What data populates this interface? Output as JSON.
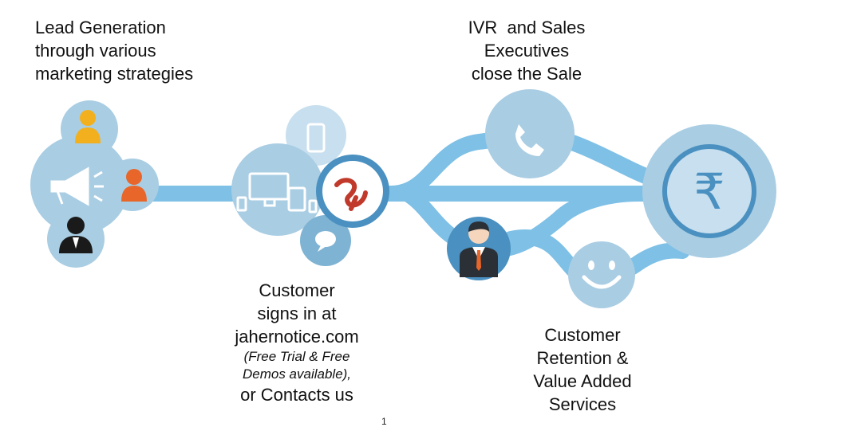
{
  "labels": {
    "lead_generation": [
      "Lead Generation",
      "through various",
      "marketing strategies"
    ],
    "ivr_sales": [
      "IVR  and Sales",
      "Executives",
      "close the Sale"
    ],
    "signin": {
      "line1": "Customer",
      "line2": "signs in at",
      "site": "jahernotice.com",
      "italic1": "(Free Trial & Free",
      "italic2": "Demos available),",
      "line_last": "or Contacts us"
    },
    "retention": [
      "Customer",
      "Retention &",
      "Value Added",
      "Services"
    ]
  },
  "currency_symbol": "₹",
  "page_number": "1",
  "colors": {
    "path": "#7ec0e6",
    "circle_light": "#a9cde3",
    "circle_mid": "#7fb3d3",
    "circle_dark": "#4a90c0",
    "orange": "#e8662a",
    "yellow": "#f2b01e",
    "red_logo": "#c0392b"
  },
  "icons": [
    "user-yellow-icon",
    "megaphone-icon",
    "user-orange-icon",
    "lawyer-icon",
    "devices-icon",
    "tablet-icon",
    "brand-logo-icon",
    "chat-bubble-icon",
    "phone-icon",
    "executive-icon",
    "smiley-icon",
    "rupee-icon"
  ]
}
